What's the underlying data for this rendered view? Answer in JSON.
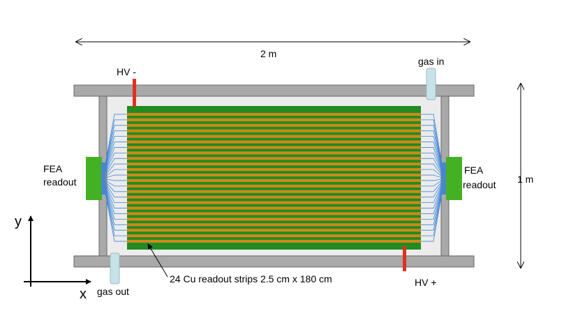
{
  "labels": {
    "width": "2 m",
    "height": "1 m",
    "hv_minus": "HV -",
    "hv_plus": "HV +",
    "gas_in": "gas in",
    "gas_out": "gas out",
    "fea_left_line1": "FEA",
    "fea_left_line2": "readout",
    "fea_right_line1": "FEA",
    "fea_right_line2": "readout",
    "strips": "24 Cu readout strips 2.5 cm x 180 cm",
    "axis_y": "y",
    "axis_x": "x"
  },
  "strips": {
    "count": 24
  },
  "colors": {
    "frame": "#a9a9a9",
    "chamber": "#ececec",
    "strip": "#cc8a1a",
    "board": "#228b22",
    "connector": "#44b124",
    "connector_pins": "#4a86c8",
    "fanout_wire": "#3f87d6",
    "hv": "#e0311f",
    "gas_pipe": "#c8e3e8"
  }
}
